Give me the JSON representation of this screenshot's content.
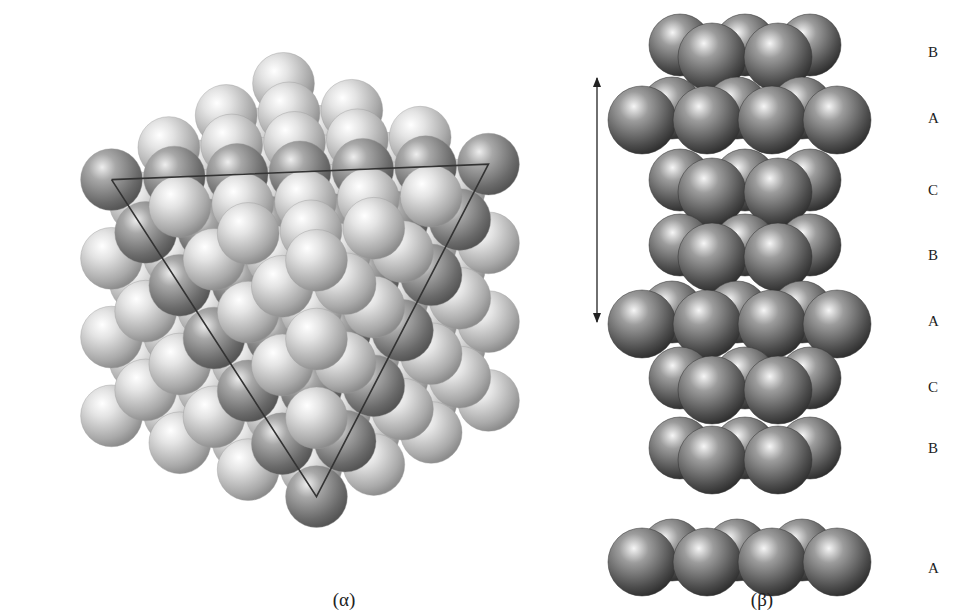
{
  "diagram": {
    "labels": [
      "B",
      "A",
      "C",
      "B",
      "A",
      "C",
      "B",
      "A",
      "(α)",
      "(β)"
    ]
  }
}
